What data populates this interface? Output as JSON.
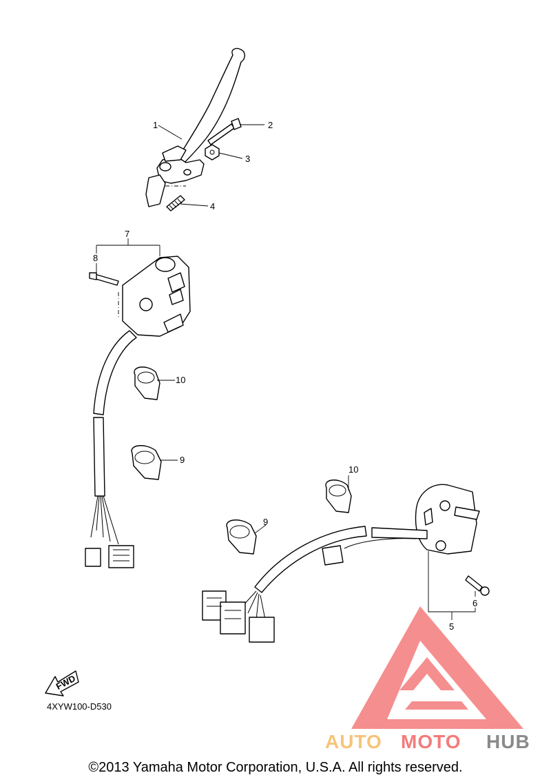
{
  "diagram": {
    "callouts": [
      {
        "id": "1",
        "label": "1"
      },
      {
        "id": "2",
        "label": "2"
      },
      {
        "id": "3",
        "label": "3"
      },
      {
        "id": "4",
        "label": "4"
      },
      {
        "id": "7",
        "label": "7"
      },
      {
        "id": "8",
        "label": "8"
      },
      {
        "id": "10a",
        "label": "10"
      },
      {
        "id": "9a",
        "label": "9"
      },
      {
        "id": "10b",
        "label": "10"
      },
      {
        "id": "9b",
        "label": "9"
      },
      {
        "id": "6",
        "label": "6"
      },
      {
        "id": "5",
        "label": "5"
      }
    ],
    "fwd_label": "FWD",
    "diagram_code": "4XYW100-D530"
  },
  "footer": {
    "copyright": "©2013 Yamaha Motor Corporation, U.S.A. All rights reserved."
  },
  "watermark": {
    "word_part1": "AUTO",
    "word_part2": "MOTO",
    "word_part3": "HUB",
    "colors": {
      "triangle": "#f47b7b",
      "auto": "#f7c47a",
      "moto": "#f47b7b",
      "hub": "#8a8a8a"
    }
  }
}
